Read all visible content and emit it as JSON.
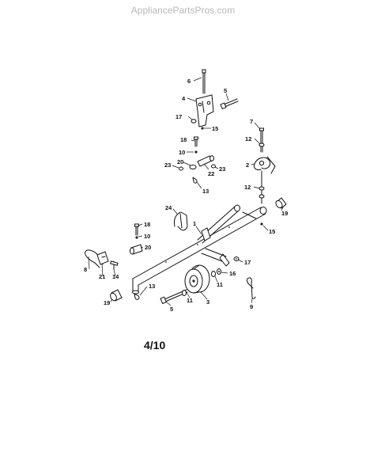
{
  "watermark": "AppliancePartsPros.com",
  "page_label": "4/10",
  "callouts": [
    {
      "id": "c6",
      "text": "6"
    },
    {
      "id": "c4",
      "text": "4"
    },
    {
      "id": "c5",
      "text": "5"
    },
    {
      "id": "c17a",
      "text": "17"
    },
    {
      "id": "c15a",
      "text": "15"
    },
    {
      "id": "c7",
      "text": "7"
    },
    {
      "id": "c12a",
      "text": "12"
    },
    {
      "id": "c18a",
      "text": "18"
    },
    {
      "id": "c10a",
      "text": "10"
    },
    {
      "id": "c20a",
      "text": "20"
    },
    {
      "id": "c23a",
      "text": "23"
    },
    {
      "id": "c23b",
      "text": "23"
    },
    {
      "id": "c22",
      "text": "22"
    },
    {
      "id": "c2",
      "text": "2"
    },
    {
      "id": "c13a",
      "text": "13"
    },
    {
      "id": "c12b",
      "text": "12"
    },
    {
      "id": "c19a",
      "text": "19"
    },
    {
      "id": "c24",
      "text": "24"
    },
    {
      "id": "c1",
      "text": "1"
    },
    {
      "id": "c18b",
      "text": "18"
    },
    {
      "id": "c15b",
      "text": "15"
    },
    {
      "id": "c10b",
      "text": "10"
    },
    {
      "id": "c20b",
      "text": "20"
    },
    {
      "id": "c17b",
      "text": "17"
    },
    {
      "id": "c8",
      "text": "8"
    },
    {
      "id": "c21",
      "text": "21"
    },
    {
      "id": "c14",
      "text": "14"
    },
    {
      "id": "c16",
      "text": "16"
    },
    {
      "id": "c11a",
      "text": "11"
    },
    {
      "id": "c13b",
      "text": "13"
    },
    {
      "id": "c11b",
      "text": "11"
    },
    {
      "id": "c9",
      "text": "9"
    },
    {
      "id": "c19b",
      "text": "19"
    },
    {
      "id": "c3",
      "text": "3"
    },
    {
      "id": "c5b",
      "text": "5"
    }
  ]
}
